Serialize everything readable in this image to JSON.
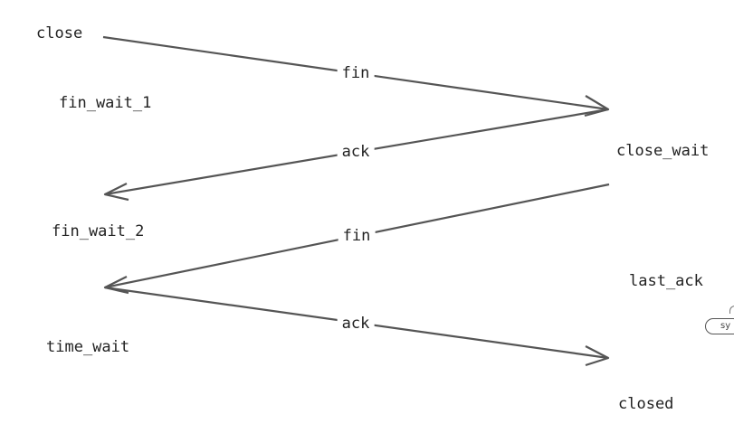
{
  "diagram": {
    "client_states": {
      "close": "close",
      "fin_wait_1": "fin_wait_1",
      "fin_wait_2": "fin_wait_2",
      "time_wait": "time_wait"
    },
    "server_states": {
      "close_wait": "close_wait",
      "last_ack": "last_ack",
      "closed": "closed"
    },
    "messages": [
      {
        "label": "fin",
        "from": "client",
        "to": "server"
      },
      {
        "label": "ack",
        "from": "server",
        "to": "client"
      },
      {
        "label": "fin",
        "from": "server",
        "to": "client"
      },
      {
        "label": "ack",
        "from": "client",
        "to": "server"
      }
    ],
    "edge_widget_text": "sy",
    "line_color": "#555555",
    "text_color": "#222222",
    "background": "#ffffff"
  }
}
